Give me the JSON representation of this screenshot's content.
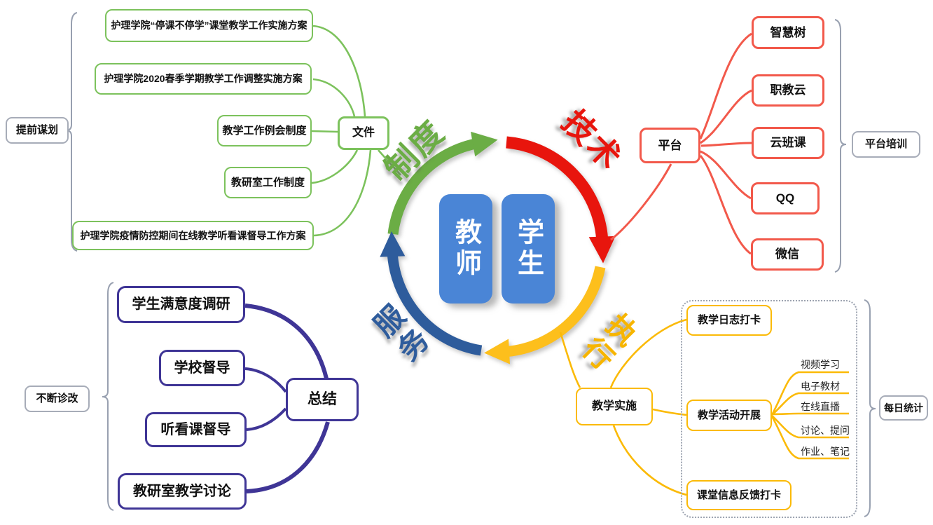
{
  "center": {
    "teacher": "教师",
    "student": "学生"
  },
  "ring": {
    "labels": [
      {
        "id": "system",
        "text": "制度",
        "color": "#6BAD45"
      },
      {
        "id": "technology",
        "text": "技术",
        "color": "#E8150D"
      },
      {
        "id": "execution",
        "text": "执行",
        "color": "#F7B500"
      },
      {
        "id": "service",
        "text": "服务",
        "color": "#2E5C9C"
      }
    ]
  },
  "quadrants": {
    "top_left": {
      "bracket_label": "提前谋划",
      "hub": "文件",
      "items": [
        "护理学院“停课不停学”课堂教学工作实施方案",
        "护理学院2020春季学期教学工作调整实施方案",
        "教学工作例会制度",
        "教研室工作制度",
        "护理学院疫情防控期间在线教学听看课督导工作方案"
      ]
    },
    "top_right": {
      "bracket_label": "平台培训",
      "hub": "平台",
      "items": [
        "智慧树",
        "职教云",
        "云班课",
        "QQ",
        "微信"
      ]
    },
    "bottom_left": {
      "bracket_label": "不断诊改",
      "hub": "总结",
      "items": [
        "学生满意度调研",
        "学校督导",
        "听看课督导",
        "教研室教学讨论"
      ]
    },
    "bottom_right": {
      "bracket_label": "每日统计",
      "hub": "教学实施",
      "items": [
        "教学日志打卡",
        "教学活动开展",
        "课堂信息反馈打卡"
      ],
      "sub_items": [
        "视频学习",
        "电子教材",
        "在线直播",
        "讨论、提问",
        "作业、笔记"
      ]
    }
  },
  "colors": {
    "arc_green": "#6BAD45",
    "arc_red": "#E8150D",
    "arc_yellow": "#FDBF1C",
    "arc_blue": "#2E5C9C",
    "box_green": "#7CC25C",
    "box_salmon": "#F2594B",
    "box_purple": "#3F3596",
    "box_yellow": "#FBBA07",
    "center_blue": "#4A85D6",
    "bracket_gray": "#A7ACB8"
  }
}
